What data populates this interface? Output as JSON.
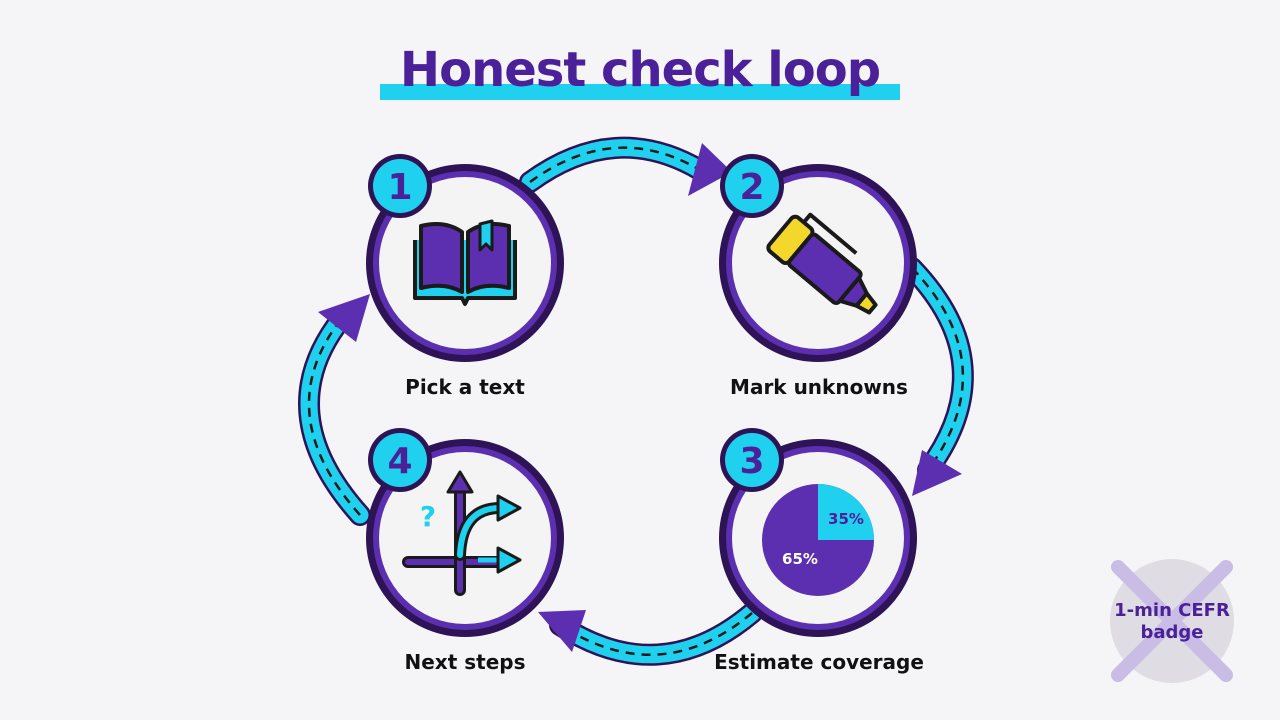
{
  "title": "Honest check loop",
  "colors": {
    "purple": "#4a2199",
    "dark_ring": "#2e1456",
    "cyan": "#1fd0ef",
    "yellow": "#f3d72b",
    "background": "#f5f4f7"
  },
  "steps": [
    {
      "number": "1",
      "label": "Pick a text",
      "icon": "open-book-icon"
    },
    {
      "number": "2",
      "label": "Mark unknowns",
      "icon": "highlighter-icon"
    },
    {
      "number": "3",
      "label": "Estimate coverage",
      "icon": "pie-chart-icon"
    },
    {
      "number": "4",
      "label": "Next steps",
      "icon": "branching-arrows-icon"
    }
  ],
  "coverage_chart": {
    "type": "pie",
    "slices": [
      {
        "label": "65%",
        "value": 65
      },
      {
        "label": "35%",
        "value": 35
      }
    ]
  },
  "question_mark": "?",
  "badge": {
    "line1": "1-min CEFR",
    "line2": "badge",
    "status": "crossed-out"
  }
}
